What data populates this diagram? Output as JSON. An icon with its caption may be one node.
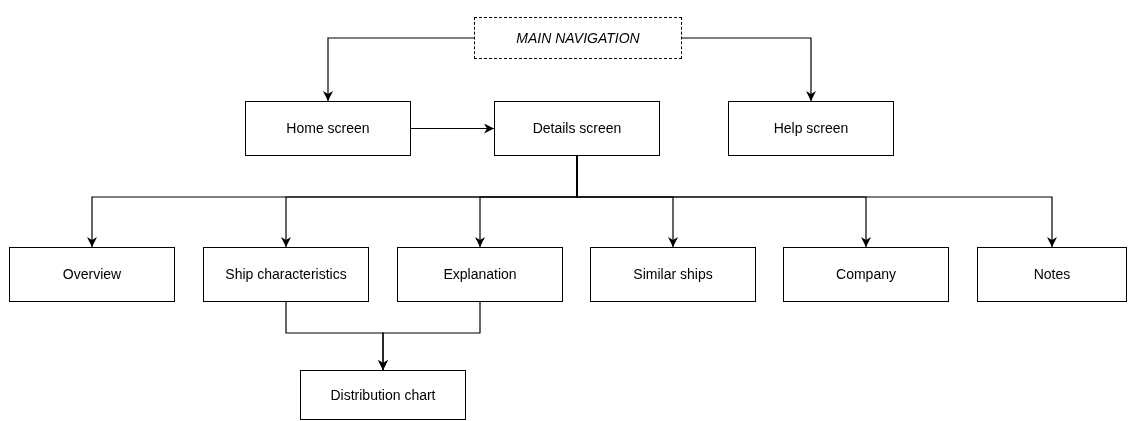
{
  "diagram": {
    "nodes": [
      {
        "text": [
          "MAIN NAVIGATION"
        ]
      },
      {
        "text": [
          "Home screen"
        ]
      },
      {
        "text": [
          "Details screen"
        ]
      },
      {
        "text": [
          "Help screen"
        ]
      },
      {
        "text": [
          "Overview"
        ]
      },
      {
        "text": [
          "Ship characteristics"
        ]
      },
      {
        "text": [
          "Explanation"
        ]
      },
      {
        "text": [
          "Similar ships"
        ]
      },
      {
        "text": [
          "Company"
        ]
      },
      {
        "text": [
          "Notes"
        ]
      },
      {
        "text": [
          "Distribution chart"
        ]
      }
    ],
    "edges": [
      {
        "from": 0,
        "to": 1,
        "arrow": "to"
      },
      {
        "from": 0,
        "to": 3,
        "arrow": "to"
      },
      {
        "from": 1,
        "to": 2,
        "arrow": "to"
      },
      {
        "from": 2,
        "to": 4,
        "arrow": "to"
      },
      {
        "from": 2,
        "to": 5,
        "arrow": "to"
      },
      {
        "from": 2,
        "to": 6,
        "arrow": "to"
      },
      {
        "from": 2,
        "to": 7,
        "arrow": "to"
      },
      {
        "from": 2,
        "to": 8,
        "arrow": "to"
      },
      {
        "from": 2,
        "to": 9,
        "arrow": "to"
      },
      {
        "from": 5,
        "to": 10,
        "arrow": "to"
      },
      {
        "from": 6,
        "to": 10,
        "arrow": "to"
      }
    ]
  }
}
